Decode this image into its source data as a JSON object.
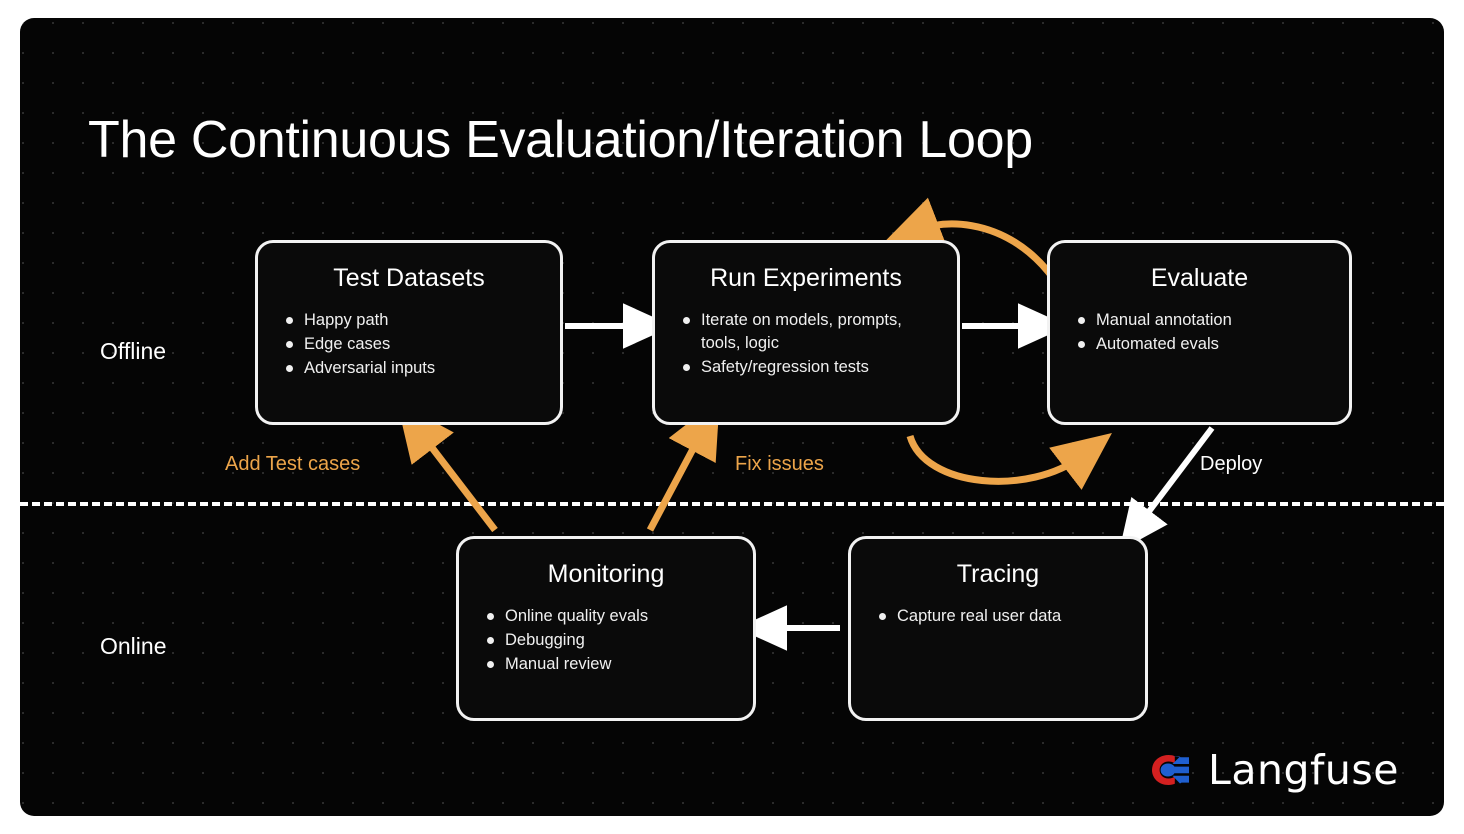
{
  "slide": {
    "title": "The Continuous Evaluation/Iteration Loop",
    "background_color": "#050505",
    "accent_color": "#eda54a",
    "stroke_color": "#f2f2f2"
  },
  "bands": {
    "offline_label": "Offline",
    "online_label": "Online"
  },
  "nodes": {
    "test_datasets": {
      "title": "Test Datasets",
      "items": [
        "Happy path",
        "Edge cases",
        "Adversarial inputs"
      ]
    },
    "run_experiments": {
      "title": "Run Experiments",
      "items": [
        "Iterate on models, prompts, tools, logic",
        "Safety/regression tests"
      ]
    },
    "evaluate": {
      "title": "Evaluate",
      "items": [
        "Manual annotation",
        "Automated evals"
      ]
    },
    "monitoring": {
      "title": "Monitoring",
      "items": [
        "Online quality evals",
        "Debugging",
        "Manual review"
      ]
    },
    "tracing": {
      "title": "Tracing",
      "items": [
        "Capture real user data"
      ]
    }
  },
  "edges": {
    "add_test_cases": "Add Test cases",
    "fix_issues": "Fix issues",
    "deploy": "Deploy"
  },
  "brand": {
    "name": "Langfuse",
    "logo_red": "#d32020",
    "logo_blue": "#1f5fd0"
  }
}
